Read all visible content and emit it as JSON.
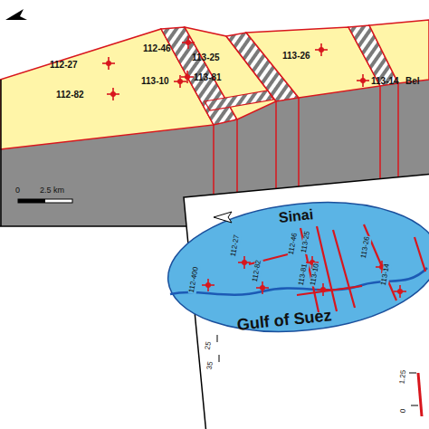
{
  "diagram": {
    "labels": [
      "112-27",
      "112-82",
      "112-46",
      "113-25",
      "113-10",
      "113-81",
      "113-26",
      "113-14",
      "Bel",
      "0",
      "2.5 km",
      "Sinai",
      "Gulf of Suez",
      "112-27",
      "112-82",
      "112-46",
      "113-25",
      "113-81",
      "113-10",
      "113-26",
      "113-14",
      "112-400",
      "25",
      "35",
      "1.25",
      "0"
    ]
  }
}
